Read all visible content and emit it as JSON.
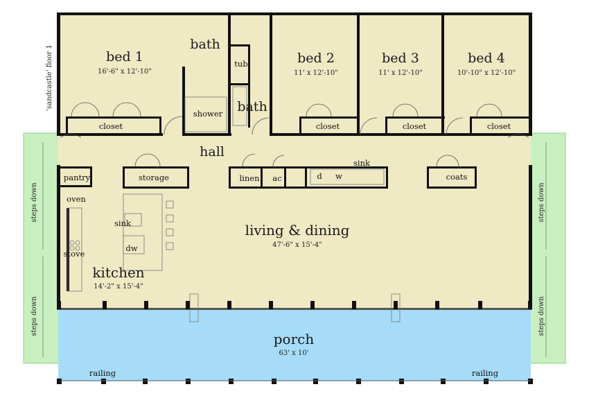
{
  "plan": {
    "floor_label": "'sandcastle' floor 1",
    "colors": {
      "floor": "#efe9c4",
      "porch": "#a6dcf7",
      "steps": "#c8efc0",
      "wall": "#111111"
    },
    "rooms": {
      "bed1": {
        "name": "bed 1",
        "size": "16'-6\" x 12'-10\""
      },
      "bed2": {
        "name": "bed 2",
        "size": "11' x 12'-10\""
      },
      "bed3": {
        "name": "bed 3",
        "size": "11' x 12'-10\""
      },
      "bed4": {
        "name": "bed 4",
        "size": "10'-10\" x 12'-10\""
      },
      "bath_a": "bath",
      "bath_b": "bath",
      "tub": "tub",
      "shower": "shower",
      "closet1": "closet",
      "closet2": "closet",
      "closet3": "closet",
      "closet4": "closet",
      "hall": "hall",
      "pantry": "pantry",
      "oven": "oven",
      "stove": "stove",
      "sink_kitchen": "sink",
      "dw": "dw",
      "storage": "storage",
      "linen": "linen",
      "ac": "ac",
      "d": "d",
      "w": "w",
      "sink_laundry": "sink",
      "coats": "coats",
      "kitchen": {
        "name": "kitchen",
        "size": "14'-2\" x 15'-4\""
      },
      "living": {
        "name": "living & dining",
        "size": "47'-6\" x 15'-4\""
      },
      "porch": {
        "name": "porch",
        "size": "63' x 10'"
      }
    },
    "steps_labels": [
      "steps down",
      "steps down",
      "steps down",
      "steps down"
    ],
    "railing_labels": [
      "railing",
      "railing"
    ]
  }
}
